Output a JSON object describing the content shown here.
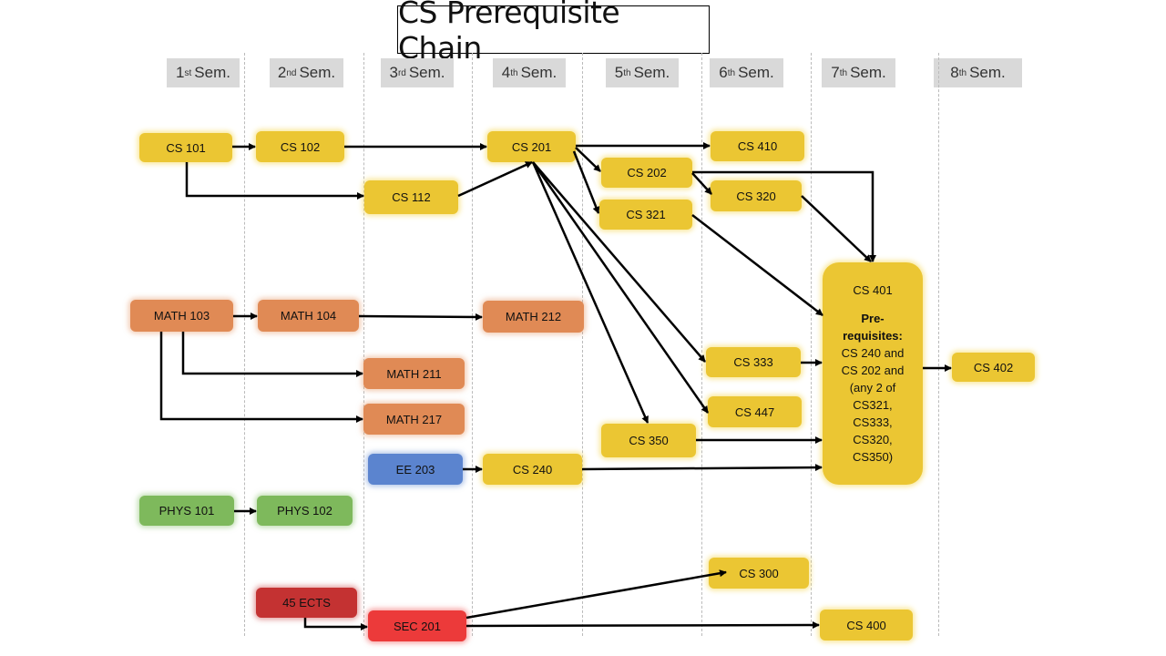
{
  "title": "CS Prerequisite Chain",
  "semesters": [
    {
      "num": "1",
      "sup": "st",
      "label": "Sem."
    },
    {
      "num": "2",
      "sup": "nd",
      "label": "Sem."
    },
    {
      "num": "3",
      "sup": "rd",
      "label": "Sem."
    },
    {
      "num": "4",
      "sup": "th",
      "label": "Sem."
    },
    {
      "num": "5",
      "sup": "th",
      "label": "Sem."
    },
    {
      "num": "6",
      "sup": "th",
      "label": "Sem."
    },
    {
      "num": "7",
      "sup": "th",
      "label": "Sem."
    },
    {
      "num": "8",
      "sup": "th",
      "label": "Sem."
    }
  ],
  "colors": {
    "cs": "#ebc633",
    "math": "#e08a55",
    "ee": "#5b84cf",
    "phys": "#7eb95c",
    "ects": "#c43232",
    "sec": "#ec3a3a",
    "header": "#d9d9d9"
  },
  "nodes": {
    "cs101": "CS 101",
    "cs102": "CS 102",
    "cs112": "CS 112",
    "cs201": "CS 201",
    "cs202": "CS 202",
    "cs321": "CS 321",
    "cs410": "CS 410",
    "cs320": "CS 320",
    "cs402": "CS 402",
    "math103": "MATH 103",
    "math104": "MATH 104",
    "math212": "MATH 212",
    "math211": "MATH 211",
    "math217": "MATH 217",
    "ee203": "EE 203",
    "cs240": "CS 240",
    "phys101": "PHYS 101",
    "phys102": "PHYS 102",
    "cs333": "CS 333",
    "cs447": "CS 447",
    "cs350": "CS 350",
    "cs300": "CS 300",
    "cs400": "CS 400",
    "ects45": "45 ECTS",
    "sec201": "SEC 201"
  },
  "cs401": {
    "title": "CS 401",
    "prereq_heading": "Pre-requisites:",
    "lines": [
      "CS 240 and",
      "CS 202 and",
      "(any 2 of",
      "CS321,",
      "CS333,",
      "CS320,",
      "CS350)"
    ]
  },
  "edges": [
    [
      "cs101",
      "cs102"
    ],
    [
      "cs101",
      "cs112"
    ],
    [
      "cs102",
      "cs201"
    ],
    [
      "cs112",
      "cs201"
    ],
    [
      "cs201",
      "cs410"
    ],
    [
      "cs201",
      "cs202"
    ],
    [
      "cs201",
      "cs321"
    ],
    [
      "cs202",
      "cs320"
    ],
    [
      "cs202",
      "cs401"
    ],
    [
      "cs320",
      "cs401"
    ],
    [
      "cs321",
      "cs401"
    ],
    [
      "cs201",
      "cs350"
    ],
    [
      "cs201",
      "cs333"
    ],
    [
      "cs201",
      "cs447"
    ],
    [
      "math103",
      "math104"
    ],
    [
      "math104",
      "math212"
    ],
    [
      "math103",
      "math211"
    ],
    [
      "math103",
      "math217"
    ],
    [
      "ee203",
      "cs240"
    ],
    [
      "cs240",
      "cs401"
    ],
    [
      "cs350",
      "cs401"
    ],
    [
      "cs333",
      "cs401"
    ],
    [
      "cs401",
      "cs402"
    ],
    [
      "phys101",
      "phys102"
    ],
    [
      "ects45",
      "sec201"
    ],
    [
      "sec201",
      "cs300"
    ],
    [
      "sec201",
      "cs400"
    ]
  ]
}
